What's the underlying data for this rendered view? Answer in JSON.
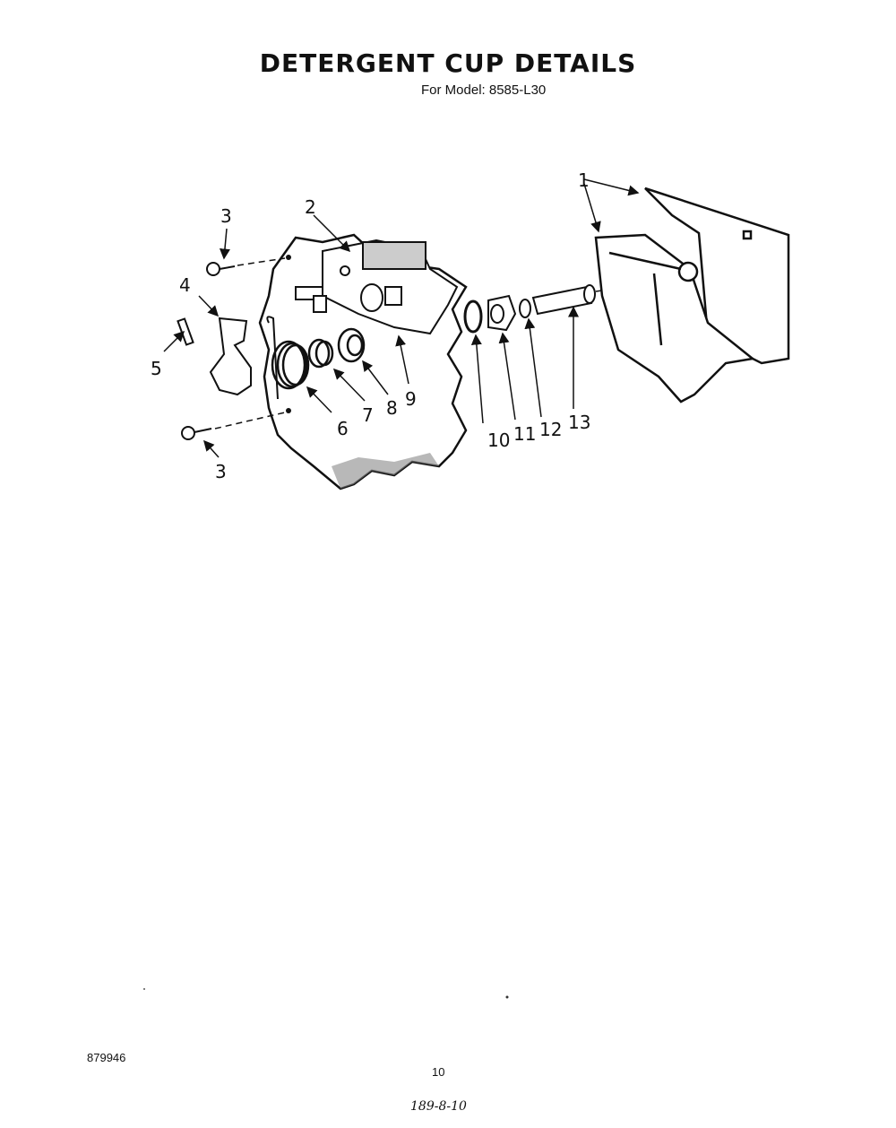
{
  "page": {
    "title": "DETERGENT CUP DETAILS",
    "subtitle": "For Model: 8585-L30"
  },
  "callouts": [
    "1",
    "2",
    "3",
    "4",
    "5",
    "6",
    "7",
    "8",
    "9",
    "10",
    "11",
    "12",
    "13",
    "3"
  ],
  "footer": {
    "code": "879946",
    "page_number": "10",
    "handwritten": "189-8-10"
  }
}
